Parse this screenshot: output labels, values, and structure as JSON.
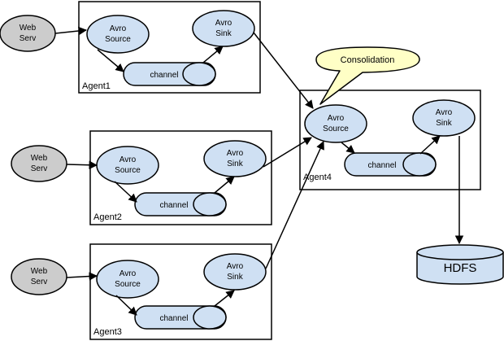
{
  "colors": {
    "node_fill": "#cfe0f3",
    "client_fill": "#cccccc",
    "callout_fill": "#ffffc6",
    "stroke": "#000000"
  },
  "web_servers": [
    {
      "line1": "Web",
      "line2": "Serv"
    },
    {
      "line1": "Web",
      "line2": "Serv"
    },
    {
      "line1": "Web",
      "line2": "Serv"
    }
  ],
  "agents": [
    {
      "label": "Agent1",
      "source": {
        "line1": "Avro",
        "line2": "Source"
      },
      "sink": {
        "line1": "Avro",
        "line2": "Sink"
      },
      "channel": "channel"
    },
    {
      "label": "Agent2",
      "source": {
        "line1": "Avro",
        "line2": "Source"
      },
      "sink": {
        "line1": "Avro",
        "line2": "Sink"
      },
      "channel": "channel"
    },
    {
      "label": "Agent3",
      "source": {
        "line1": "Avro",
        "line2": "Source"
      },
      "sink": {
        "line1": "Avro",
        "line2": "Sink"
      },
      "channel": "channel"
    },
    {
      "label": "Agent4",
      "source": {
        "line1": "Avro",
        "line2": "Source"
      },
      "sink": {
        "line1": "Avro",
        "line2": "Sink"
      },
      "channel": "channel"
    }
  ],
  "callout": "Consolidation",
  "storage": "HDFS"
}
